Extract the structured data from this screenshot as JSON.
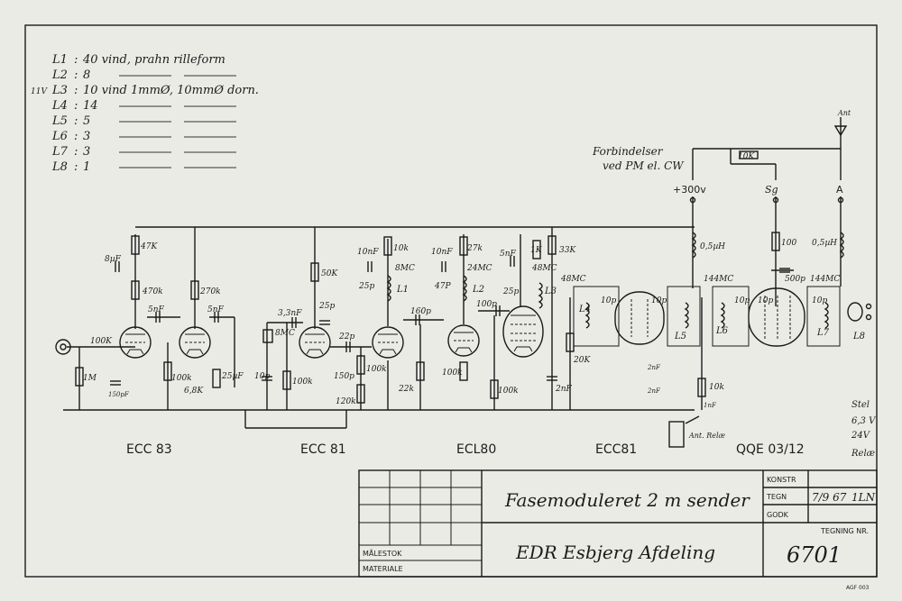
{
  "coil_table": [
    {
      "name": "L1",
      "spec": "40 vind, prahn rilleform"
    },
    {
      "name": "L2",
      "spec": "8"
    },
    {
      "name": "L3",
      "spec": "10 vind 1mmØ, 10mmØ dorn.",
      "margin_note": "11V"
    },
    {
      "name": "L4",
      "spec": "14"
    },
    {
      "name": "L5",
      "spec": "5"
    },
    {
      "name": "L6",
      "spec": "3"
    },
    {
      "name": "L7",
      "spec": "3"
    },
    {
      "name": "L8",
      "spec": "1"
    }
  ],
  "connection_note": [
    "Forbindelser",
    "ved PM el. CW"
  ],
  "terminals": {
    "supply": "+300v",
    "sg": "Sg",
    "anode": "A",
    "antenna": "Ant"
  },
  "side_labels": {
    "stel": "Stel",
    "heater": "6,3 V",
    "relay_24": "24V",
    "relay": "Relæ",
    "relay_contacts": "Ant. Relæ"
  },
  "tubes": [
    {
      "type": "ECC 83"
    },
    {
      "type": "ECC 81"
    },
    {
      "type": "ECL80"
    },
    {
      "type": "ECC81"
    },
    {
      "type": "QQE 03/12"
    }
  ],
  "components": {
    "c_in": "8µF",
    "r_47k": "47K",
    "r_470k": "470k",
    "r_100k_in": "100K",
    "r_1m": "1M",
    "c_input": "150pF",
    "c_5nf_a": "5nF",
    "r_270k": "270k",
    "c_5nf_b": "5nF",
    "r_100k_b": "100k",
    "r_6k8": "6,8K",
    "c_25uf": "25µF",
    "c_3n3": "3,3nF",
    "xtal": "8MC",
    "c_25p_a": "25p",
    "r_50k": "50K",
    "c_10p": "10p",
    "r_100k_c": "100k",
    "c_22p": "22p",
    "c_150p": "150p",
    "r_120k": "120k",
    "r_100k_d": "100k",
    "r_22k": "22k",
    "c_10nf_a": "10nF",
    "r_10k_a": "10k",
    "mc_8": "8MC",
    "c_25p_b": "25p",
    "c_160p": "160p",
    "c_10nf_b": "10nF",
    "r_27k": "27k",
    "mc_24": "24MC",
    "c_47p": "47P",
    "c_100p": "100p",
    "c_5nf_c": "5nF",
    "r_1k": "1K",
    "mc_48": "48MC",
    "c_25p_c": "25p",
    "r_100k_e": "100k",
    "c_2nf": "2nF",
    "r_33k": "33K",
    "mc_48b": "48MC",
    "c_10p_b": "10p",
    "c_10p_c": "10p",
    "r_20k": "20K",
    "c_2nf_b": "2nF",
    "c_2nf_c": "2nF",
    "r_10k_pot": "10K",
    "l_05uh_a": "0,5µH",
    "mc_144a": "144MC",
    "c_10p_d": "10p",
    "c_10p_e": "10p",
    "r_10k_b": "10k",
    "c_1nf": "1nF",
    "r_100": "100",
    "c_500p": "500p",
    "l_05uh_b": "0,5µH",
    "mc_144b": "144MC",
    "c_10p_f": "10p"
  },
  "coil_labels": [
    "L1",
    "L2",
    "L3",
    "L4",
    "L5",
    "L6",
    "L7",
    "L8"
  ],
  "title_block": {
    "title": "Fasemoduleret 2 m sender",
    "org": "EDR Esbjerg Afdeling",
    "malestok": "MÅLESTOK",
    "materiale": "MATERIALE",
    "konstr": "KONSTR",
    "tegn": "TEGN",
    "tegn_date": "7/9 67",
    "tegn_sign": "1LN",
    "godk": "GODK",
    "tegning_nr_label": "TEGNING NR.",
    "tegning_nr": "6701"
  },
  "footer_code": "AGF 003"
}
